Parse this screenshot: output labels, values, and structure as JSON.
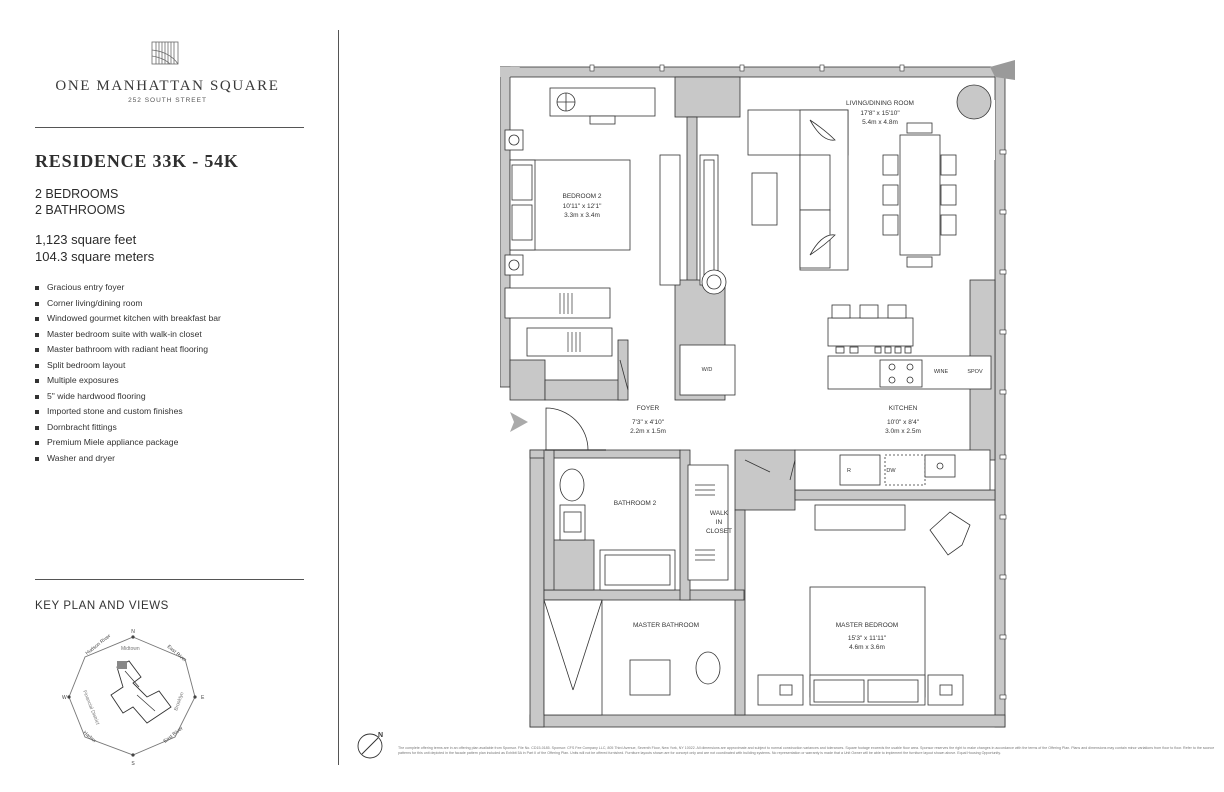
{
  "brand": {
    "name": "ONE MANHATTAN SQUARE",
    "address": "252 SOUTH STREET"
  },
  "residence": {
    "title": "RESIDENCE 33K - 54K",
    "bedrooms": "2 BEDROOMS",
    "bathrooms": "2 BATHROOMS",
    "square_feet": "1,123 square feet",
    "square_meters": "104.3 square meters"
  },
  "features": [
    "Gracious entry foyer",
    "Corner living/dining room",
    "Windowed gourmet kitchen with breakfast bar",
    "Master bedroom suite with walk-in closet",
    "Master bathroom with radiant heat flooring",
    "Split bedroom layout",
    "Multiple exposures",
    "5\" wide hardwood flooring",
    "Imported stone and custom finishes",
    "Dornbracht fittings",
    "Premium Miele appliance package",
    "Washer and dryer"
  ],
  "key_plan": {
    "title": "KEY PLAN AND VIEWS",
    "directions": {
      "n": "N",
      "s": "S",
      "e": "E",
      "w": "W"
    },
    "views": [
      "Hudson River",
      "Midtown",
      "East River",
      "Brooklyn",
      "East River",
      "Harbor",
      "Financial District"
    ]
  },
  "rooms": {
    "living": {
      "name": "LIVING/DINING ROOM",
      "imperial": "17'8\" x 15'10\"",
      "metric": "5.4m x 4.8m"
    },
    "bedroom2": {
      "name": "BEDROOM 2",
      "imperial": "10'11\" x 12'1\"",
      "metric": "3.3m x 3.4m"
    },
    "foyer": {
      "name": "FOYER",
      "imperial": "7'3\" x 4'10\"",
      "metric": "2.2m x 1.5m"
    },
    "kitchen": {
      "name": "KITCHEN",
      "imperial": "10'0\" x 8'4\"",
      "metric": "3.0m x 2.5m"
    },
    "bathroom2": {
      "name": "BATHROOM 2"
    },
    "walkin_1": "WALK",
    "walkin_2": "IN",
    "walkin_3": "CLOSET",
    "master_bath": {
      "name": "MASTER BATHROOM"
    },
    "master_bedroom": {
      "name": "MASTER BEDROOM",
      "imperial": "15'3\" x 11'11\"",
      "metric": "4.6m x 3.6m"
    }
  },
  "fixtures": {
    "wd": "W/D",
    "wine": "WINE",
    "spov": "SPOV",
    "r": "R",
    "dw": "DW"
  },
  "compass_letter": "N",
  "disclaimer": "The complete offering terms are in an offering plan available from Sponsor. File No. CD15-0185. Sponsor: CFS Fee Company LLC, 805 Third Avenue, Seventh Floor, New York, NY 10022. All dimensions are approximate and subject to normal construction variances and tolerances. Square footage exceeds the usable floor area. Sponsor reserves the right to make changes in accordance with the terms of the Offering Plan. Plans and dimensions may contain minor variations from floor to floor. Refer to the sconce patterns for this unit depicted in the facade pattern plan included as Exhibit 5A in Part II of the Offering Plan. Units will not be offered furnished. Furniture layouts shown are for concept only and are not coordinated with building systems. No representation or warranty is made that a Unit Owner will be able to implement the furniture layout shown above. Equal Housing Opportunity.",
  "colors": {
    "wall": "#c8c8c8",
    "line": "#333333",
    "text": "#2b2b2b"
  }
}
